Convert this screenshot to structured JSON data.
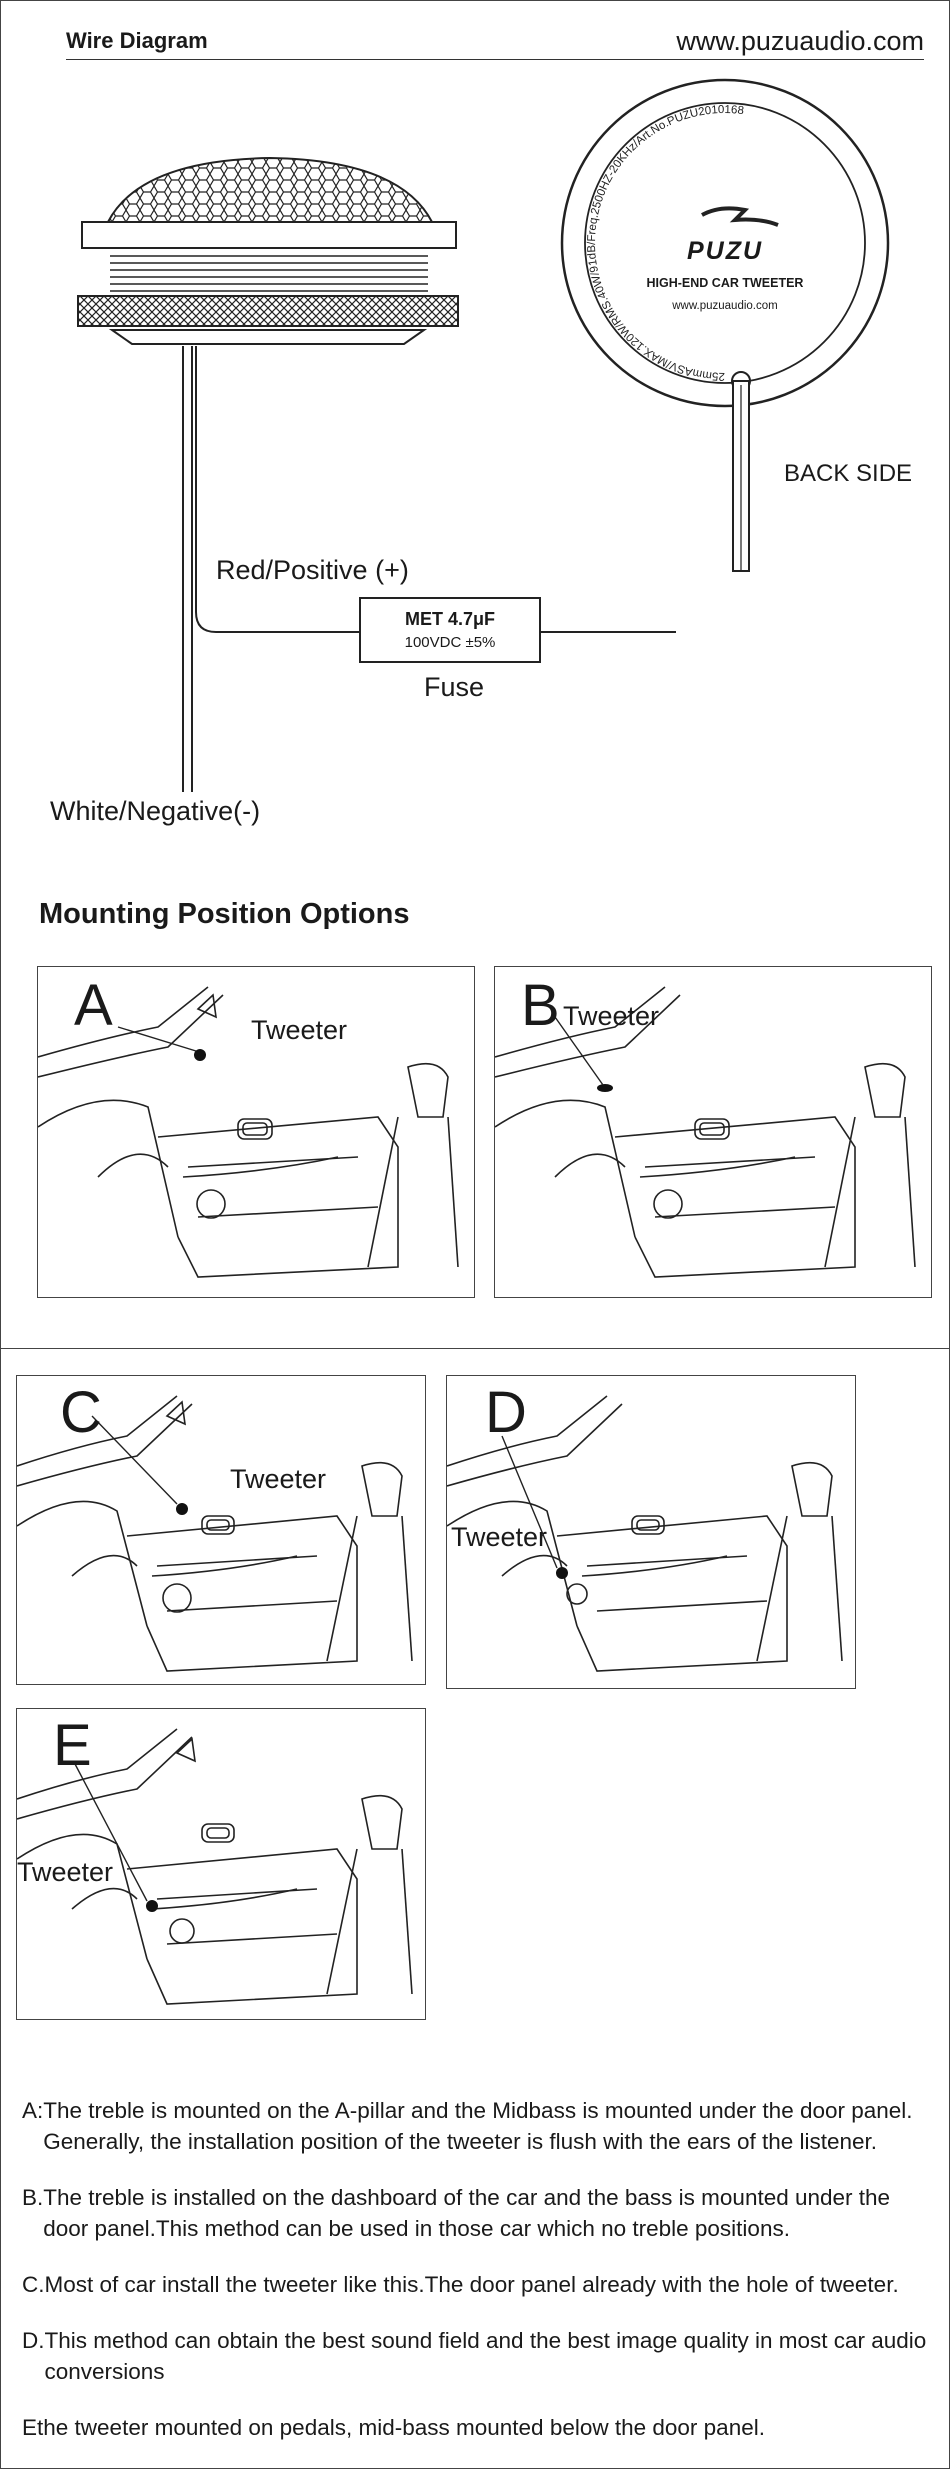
{
  "header": {
    "title": "Wire Diagram",
    "url": "www.puzuaudio.com"
  },
  "wiring": {
    "red_label": "Red/Positive (+)",
    "white_label": "White/Negative(-)",
    "capacitor_line1": "MET  4.7μF",
    "capacitor_line2": "100VDC  ±5%",
    "fuse_label": "Fuse",
    "back_side_label": "BACK SIDE",
    "back_brand": "PUZU",
    "back_product": "HIGH-END CAR TWEETER",
    "back_url": "www.puzuaudio.com",
    "back_ring_text": "25mmASV/MAX.120W/RMS.40W/91dB/Freq.2500HZ-20KHz/Art.No.PUZU2010168"
  },
  "mounting": {
    "title": "Mounting Position Options",
    "tweeter_label": "Tweeter",
    "panels": [
      {
        "letter": "A"
      },
      {
        "letter": "B"
      },
      {
        "letter": "C"
      },
      {
        "letter": "D"
      },
      {
        "letter": "E"
      }
    ]
  },
  "notes": [
    {
      "key": "A:",
      "text": "The treble is mounted on the A-pillar and the Midbass is mounted under the door panel. Generally, the installation position of the tweeter is flush with the ears of the listener."
    },
    {
      "key": "B.",
      "text": "The treble is installed on the dashboard of the car and the bass is mounted under the door panel.This method can be used in those car which no treble positions."
    },
    {
      "key": "C.",
      "text": "Most of car install the tweeter like this.The door panel already with the hole of tweeter."
    },
    {
      "key": "D.",
      "text": "This method can obtain the best sound field and the best image quality in most car audio conversions"
    },
    {
      "key": "E",
      "text": "the tweeter mounted on pedals, mid-bass mounted below the door panel."
    }
  ]
}
